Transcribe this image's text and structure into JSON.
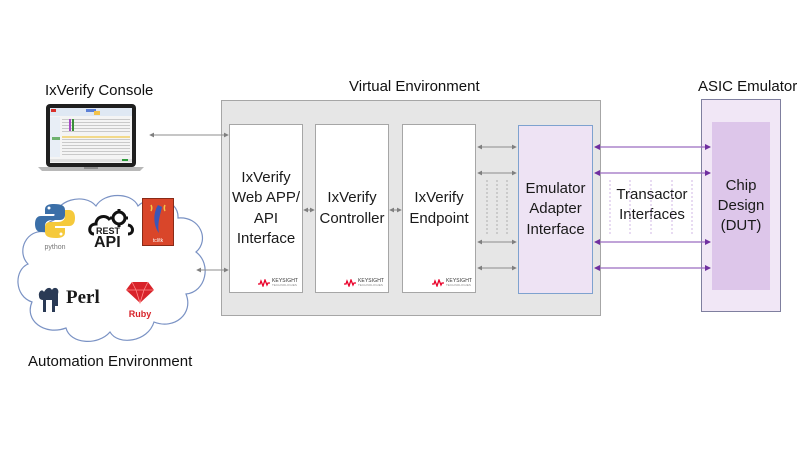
{
  "titles": {
    "console": "IxVerify Console",
    "virtual_env": "Virtual Environment",
    "asic": "ASIC Emulator",
    "automation": "Automation Environment"
  },
  "blocks": {
    "webapp": "IxVerify\nWeb APP/\nAPI\nInterface",
    "controller": "IxVerify\nController",
    "endpoint": "IxVerify\nEndpoint",
    "emulator_adapter": "Emulator\nAdapter\nInterface",
    "chip": "Chip\nDesign\n(DUT)",
    "transactor": "Transactor\nInterfaces"
  },
  "logo": {
    "brand": "KEYSIGHT",
    "sub": "TECHNOLOGIES"
  },
  "automation_tools": {
    "python": "python",
    "rest": "REST",
    "api": "API",
    "tcltk": "tcl/tk",
    "perl": "Perl",
    "ruby": "Ruby"
  },
  "colors": {
    "purple_arrow": "#7030a0",
    "gray_arrow": "#7f7f7f",
    "keysight_red": "#e90029",
    "chip_fill": "#ddc6ea",
    "adapter_fill": "#eee3f4"
  }
}
